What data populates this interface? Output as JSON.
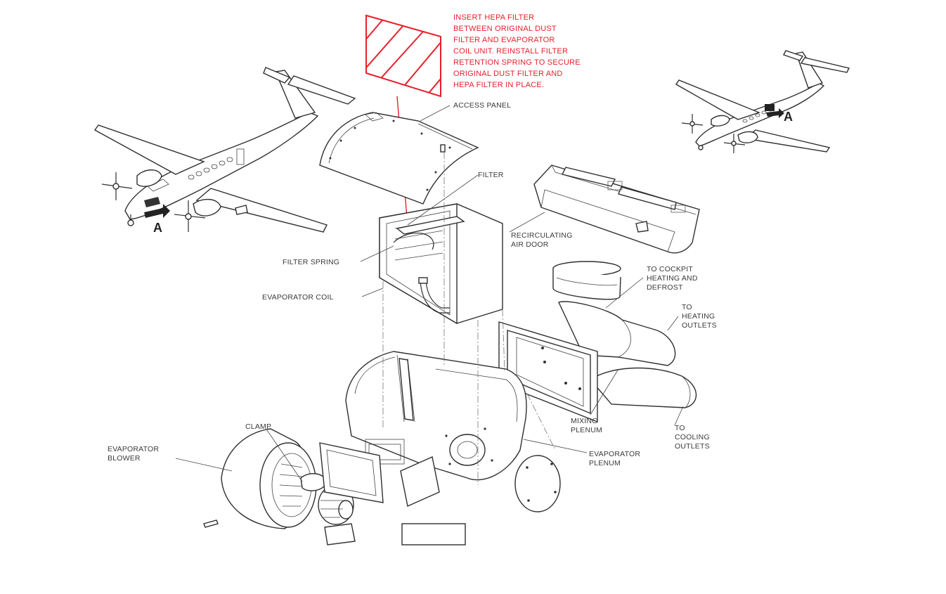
{
  "note": {
    "lines": [
      "INSERT HEPA FILTER",
      "BETWEEN ORIGINAL DUST",
      "FILTER AND EVAPORATOR",
      "COIL UNIT. REINSTALL FILTER",
      "RETENTION SPRING TO SECURE",
      "ORIGINAL DUST FILTER AND",
      "HEPA FILTER IN PLACE."
    ],
    "color": "#e8202a"
  },
  "labels": {
    "access_panel": [
      "ACCESS PANEL"
    ],
    "filter": [
      "FILTER"
    ],
    "recirculating_air_door": [
      "RECIRCULATING",
      "AIR DOOR"
    ],
    "filter_spring": [
      "FILTER SPRING"
    ],
    "evaporator_coil": [
      "EVAPORATOR COIL"
    ],
    "to_cockpit": [
      "TO COCKPIT",
      "HEATING AND",
      "DEFROST"
    ],
    "to_heating": [
      "TO",
      "HEATING",
      "OUTLETS"
    ],
    "mixing_plenum": [
      "MIXING",
      "PLENUM"
    ],
    "to_cooling": [
      "TO",
      "COOLING",
      "OUTLETS"
    ],
    "clamp": [
      "CLAMP"
    ],
    "evaporator_blower": [
      "EVAPORATOR",
      "BLOWER"
    ],
    "evaporator_plenum": [
      "EVAPORATOR",
      "PLENUM"
    ]
  },
  "views": {
    "left": "A",
    "right": "A"
  }
}
